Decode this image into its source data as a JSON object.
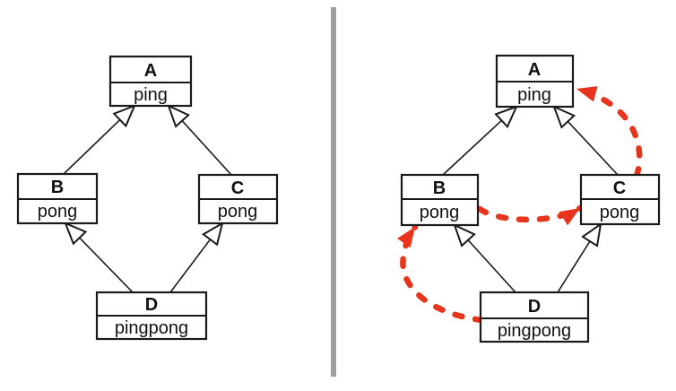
{
  "panels": {
    "left": {
      "description": "diamond inheritance hierarchy",
      "classes": {
        "a": {
          "name": "A",
          "method": "ping"
        },
        "b": {
          "name": "B",
          "method": "pong"
        },
        "c": {
          "name": "C",
          "method": "pong"
        },
        "d": {
          "name": "D",
          "method": "pingpong"
        }
      },
      "inheritance": [
        "B→A",
        "C→A",
        "D→B",
        "D→C"
      ]
    },
    "right": {
      "description": "same hierarchy with red dashed method-resolution-order arrows",
      "classes": {
        "a": {
          "name": "A",
          "method": "ping"
        },
        "b": {
          "name": "B",
          "method": "pong"
        },
        "c": {
          "name": "C",
          "method": "pong"
        },
        "d": {
          "name": "D",
          "method": "pingpong"
        }
      },
      "inheritance": [
        "B→A",
        "C→A",
        "D→B",
        "D→C"
      ],
      "mro_arrows": [
        "D.pingpong→B.pong",
        "B.pong→C.pong",
        "C.pong→A.ping"
      ]
    }
  },
  "colors": {
    "box_border": "#1a1a1a",
    "mro_arrow": "#e8341c",
    "divider": "#a0a0a0",
    "background": "#ffffff"
  }
}
